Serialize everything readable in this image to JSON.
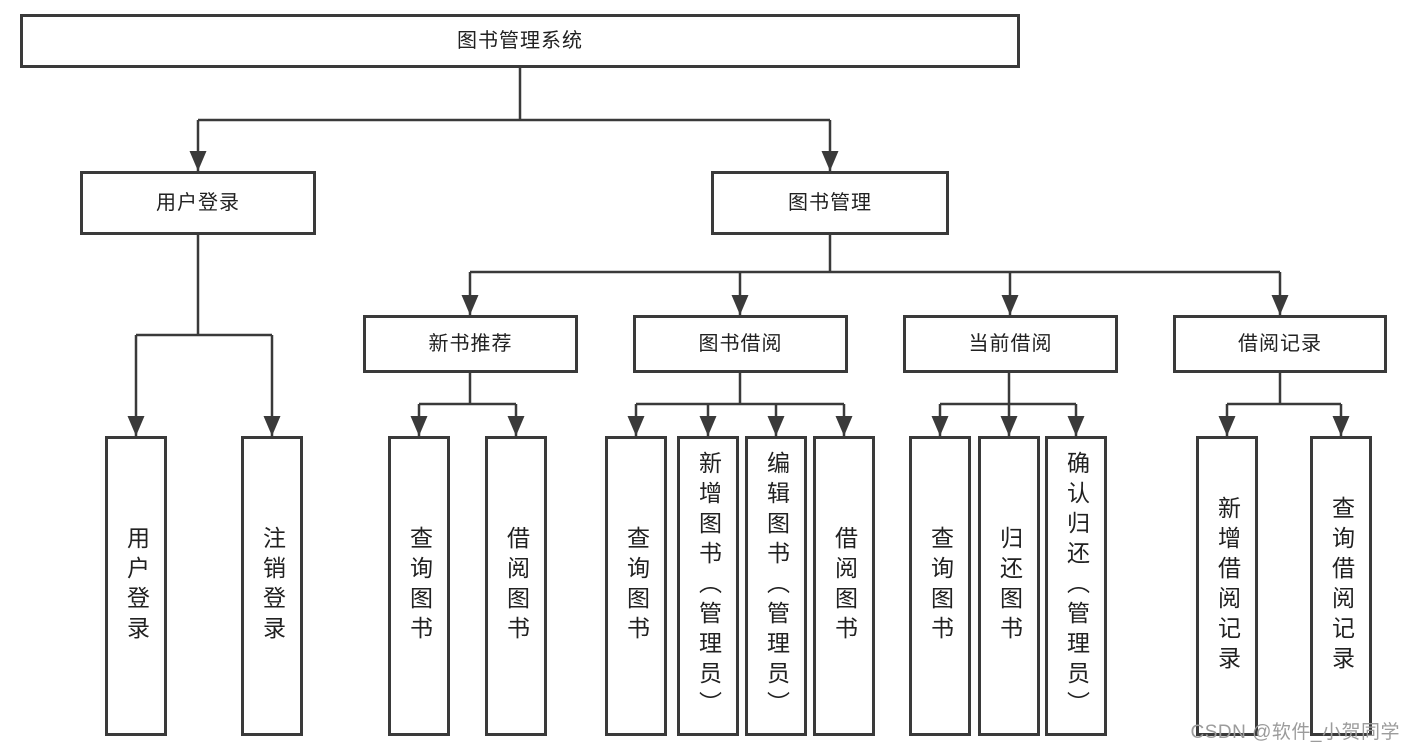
{
  "diagram": {
    "root": "图书管理系统",
    "branches": [
      {
        "label": "用户登录",
        "children": [
          "用户登录",
          "注销登录"
        ]
      },
      {
        "label": "图书管理",
        "groups": [
          {
            "label": "新书推荐",
            "children": [
              "查询图书",
              "借阅图书"
            ]
          },
          {
            "label": "图书借阅",
            "children": [
              "查询图书",
              "新增图书（管理员）",
              "编辑图书（管理员）",
              "借阅图书"
            ]
          },
          {
            "label": "当前借阅",
            "children": [
              "查询图书",
              "归还图书",
              "确认归还（管理员）"
            ]
          },
          {
            "label": "借阅记录",
            "children": [
              "新增借阅记录",
              "查询借阅记录"
            ]
          }
        ]
      }
    ]
  },
  "watermark": "CSDN @软件_小贺同学",
  "colors": {
    "line": "#3a3a3a",
    "text": "#212121",
    "watermark": "#9c9c9c",
    "background": "#ffffff"
  }
}
